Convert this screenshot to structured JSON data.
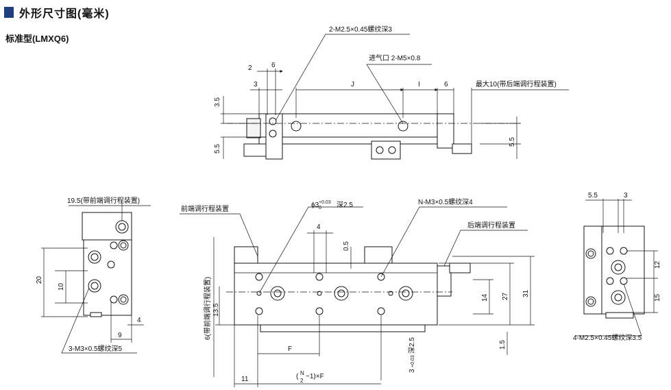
{
  "header": {
    "title": "外形尺寸图(毫米)",
    "subtitle": "标准型(LMXQ6)"
  },
  "top_view": {
    "screw_callout": "2-M2.5×0.45螺纹深3",
    "port_callout": "进气口 2-M5×0.8",
    "max_callout": "最大10(带后端调行程装置)",
    "dim_2": "2",
    "dim_6a": "6",
    "dim_3": "3",
    "dim_J": "J",
    "dim_I": "I",
    "dim_6b": "6",
    "dim_35": "3.5",
    "dim_55a": "5.5",
    "dim_55b": "5.5"
  },
  "left_view": {
    "top_callout": "19.5(带前端调行程装置)",
    "bottom_callout": "3-M3×0.5螺纹深5",
    "dim_20": "20",
    "dim_10": "10",
    "dim_4": "4",
    "dim_9": "9"
  },
  "middle_view": {
    "front_adjuster": "前端调行程装置",
    "hole_callout": "ϕ3",
    "hole_tol": "+0.03",
    "hole_tol0": "0",
    "hole_depth": "深2.5",
    "thread_callout": "N-M3×0.5螺纹深4",
    "rear_adjuster": "后端调行程装置",
    "dim_4": "4",
    "dim_05": "0.5",
    "dim_14": "14",
    "dim_27": "27",
    "dim_31": "31",
    "dim_135": "13.5",
    "dim_15": "1.5",
    "side_callout": "6(带前端调行程装置)",
    "dim_F": "F",
    "dim_11": "11",
    "dim_NF_n": "N",
    "dim_NF_d": "2",
    "dim_NF_rest": "−1)×F",
    "bottom_hole": "3",
    "bottom_tol": "+0.03",
    "bottom_depth": "深2.5"
  },
  "right_view": {
    "dim_55": "5.5",
    "dim_3": "3",
    "dim_12": "12",
    "dim_15": "15",
    "bottom_callout": "4-M2.5×0.45螺纹深3.5"
  }
}
